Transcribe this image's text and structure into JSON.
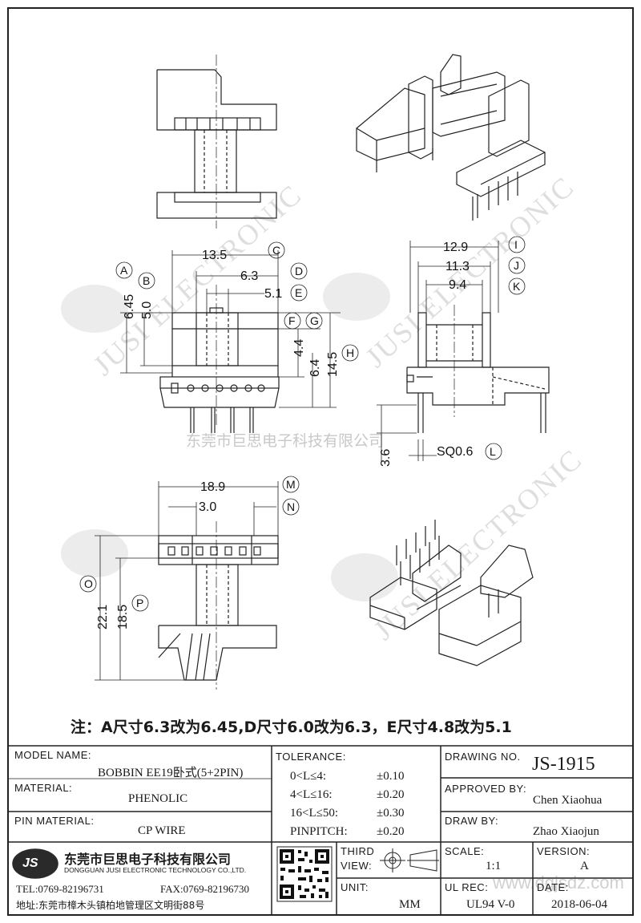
{
  "watermarks": {
    "company_cn": "东莞市巨思电子科技有限公司",
    "brand_en": "JUSI ELECTRONIC",
    "brand_cn": "巨思",
    "logo": "JS",
    "website": "www.dgjsdz.com"
  },
  "dimensions": {
    "c_13_5": "13.5",
    "d_6_3": "6.3",
    "e_5_1": "5.1",
    "a_6_45": "6.45",
    "b_5_0": "5.0",
    "f_4_4": "4.4",
    "g_6_4": "6.4",
    "h_14_5": "14.5",
    "i_12_9": "12.9",
    "j_11_3": "11.3",
    "k_9_4": "9.4",
    "pin_3_6": "3.6",
    "l_sq": "SQ0.6",
    "m_18_9": "18.9",
    "n_3_0": "3.0",
    "o_22_1": "22.1",
    "p_18_5": "18.5"
  },
  "callouts": {
    "A": "A",
    "B": "B",
    "C": "C",
    "D": "D",
    "E": "E",
    "F": "F",
    "G": "G",
    "H": "H",
    "I": "I",
    "J": "J",
    "K": "K",
    "L": "L",
    "M": "M",
    "N": "N",
    "O": "O",
    "P": "P"
  },
  "note": "注：A尺寸6.3改为6.45,D尺寸6.0改为6.3，E尺寸4.8改为5.1",
  "title_block": {
    "model_name_label": "MODEL NAME:",
    "model_name": "BOBBIN EE19卧式(5+2PIN)",
    "material_label": "MATERIAL:",
    "material": "PHENOLIC",
    "pin_material_label": "PIN MATERIAL:",
    "pin_material": "CP WIRE",
    "tolerance_label": "TOLERANCE:",
    "tolerances": [
      {
        "range": "0<L≤4:",
        "value": "±0.10"
      },
      {
        "range": "4<L≤16:",
        "value": "±0.20"
      },
      {
        "range": "16<L≤50:",
        "value": "±0.30"
      },
      {
        "range": "PINPITCH:",
        "value": "±0.20"
      }
    ],
    "drawing_no_label": "DRAWING NO.",
    "drawing_no": "JS-1915",
    "approved_by_label": "APPROVED BY:",
    "approved_by": "Chen Xiaohua",
    "draw_by_label": "DRAW BY:",
    "draw_by": "Zhao Xiaojun",
    "company_logo": "JS",
    "company_cn": "东莞市巨思电子科技有限公司",
    "company_en": "DONGGUAN JUSI ELECTRONIC TECHNOLOGY CO.,LTD.",
    "tel": "TEL:0769-82196731",
    "fax": "FAX:0769-82196730",
    "address": "地址:东莞市樟木头镇柏地管理区文明街88号",
    "third_view_label_1": "THIRD",
    "third_view_label_2": "VIEW:",
    "unit_label": "UNIT:",
    "unit": "MM",
    "scale_label": "SCALE:",
    "scale": "1:1",
    "version_label": "VERSION:",
    "version": "A",
    "ul_rec_label": "UL REC:",
    "ul_rec": "UL94 V-0",
    "date_label": "DATE:",
    "date": "2018-06-04"
  }
}
